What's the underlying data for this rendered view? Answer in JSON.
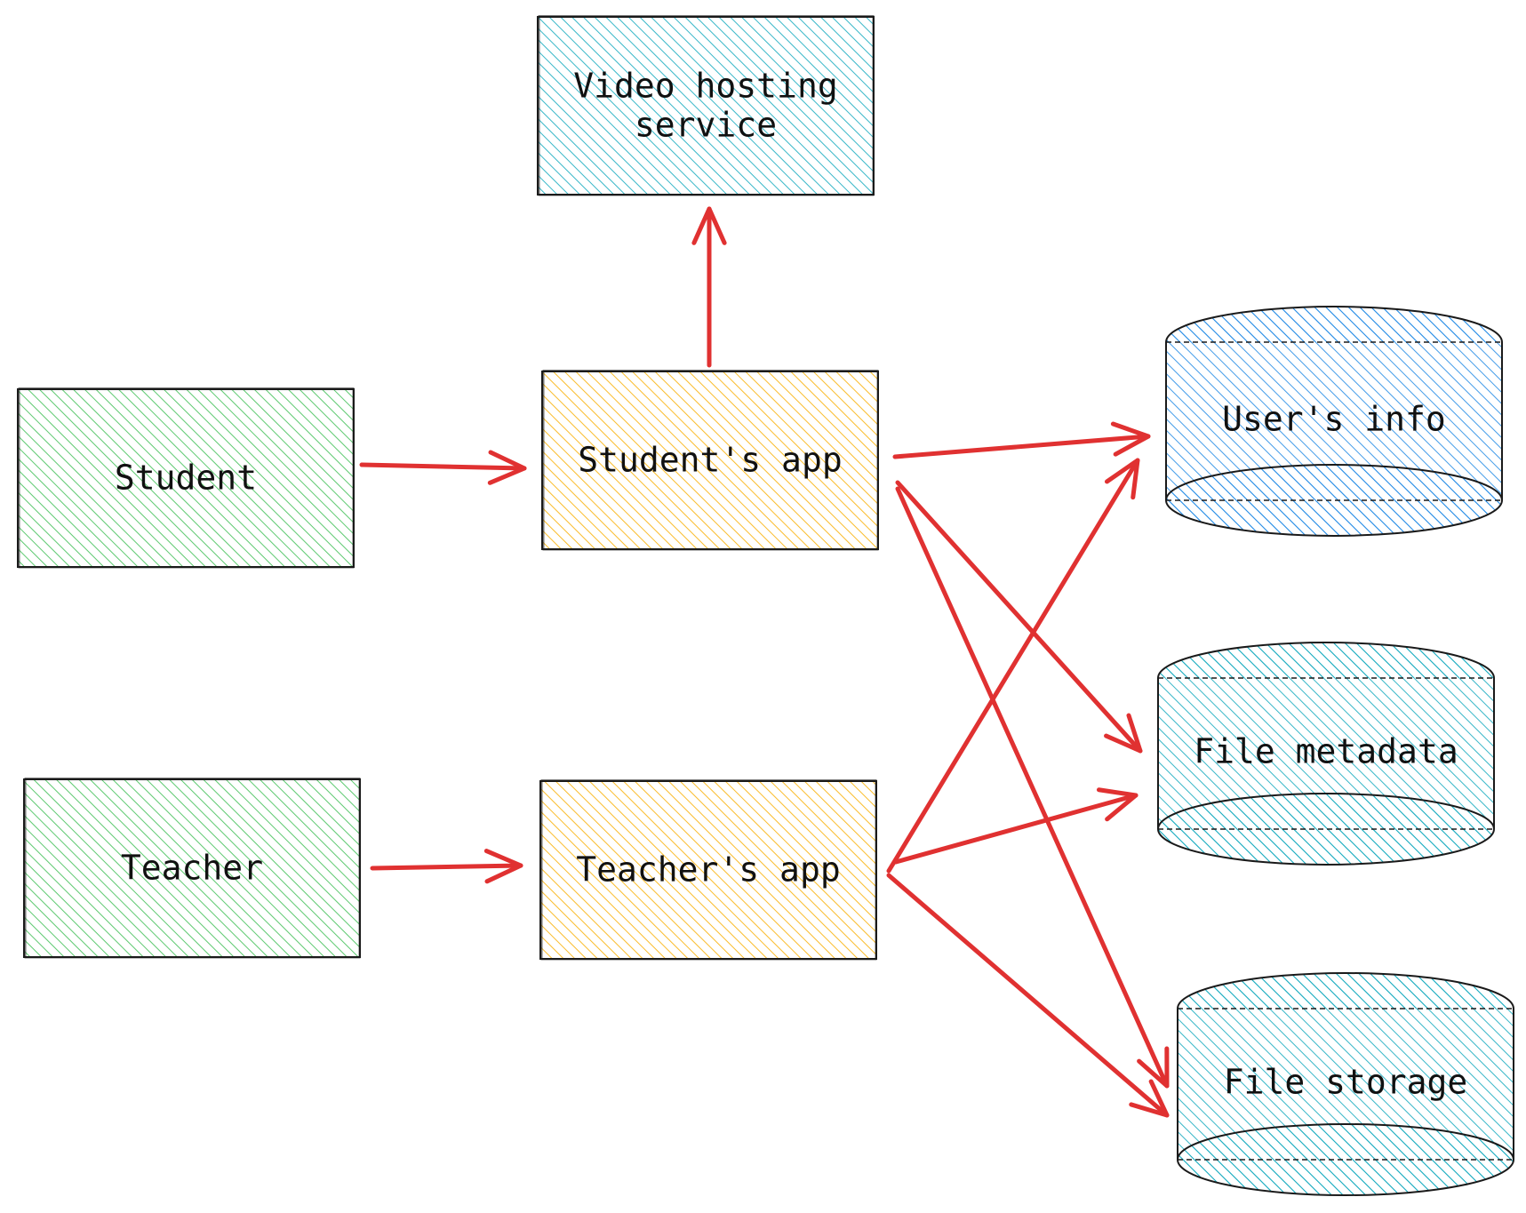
{
  "colors": {
    "edge": "#e03131",
    "actor": "#40c057",
    "app": "#fab005",
    "service": "#15aabf",
    "users_db": "#228be6",
    "metadata_db": "#15aabf",
    "storage_db": "#15aabf"
  },
  "nodes": [
    {
      "id": "video",
      "label": "Video hosting\nservice",
      "shape": "rectangle",
      "color": "service"
    },
    {
      "id": "student",
      "label": "Student",
      "shape": "rectangle",
      "color": "actor"
    },
    {
      "id": "student_app",
      "label": "Student's app",
      "shape": "rectangle",
      "color": "app"
    },
    {
      "id": "teacher",
      "label": "Teacher",
      "shape": "rectangle",
      "color": "actor"
    },
    {
      "id": "teacher_app",
      "label": "Teacher's app",
      "shape": "rectangle",
      "color": "app"
    },
    {
      "id": "users_info",
      "label": "User's info",
      "shape": "cylinder",
      "color": "users_db"
    },
    {
      "id": "file_metadata",
      "label": "File metadata",
      "shape": "cylinder",
      "color": "metadata_db"
    },
    {
      "id": "file_storage",
      "label": "File storage",
      "shape": "cylinder",
      "color": "storage_db"
    }
  ],
  "edges": [
    {
      "from": "student",
      "to": "student_app"
    },
    {
      "from": "teacher",
      "to": "teacher_app"
    },
    {
      "from": "student_app",
      "to": "video"
    },
    {
      "from": "student_app",
      "to": "users_info"
    },
    {
      "from": "student_app",
      "to": "file_metadata"
    },
    {
      "from": "student_app",
      "to": "file_storage"
    },
    {
      "from": "teacher_app",
      "to": "users_info"
    },
    {
      "from": "teacher_app",
      "to": "file_metadata"
    },
    {
      "from": "teacher_app",
      "to": "file_storage"
    }
  ]
}
